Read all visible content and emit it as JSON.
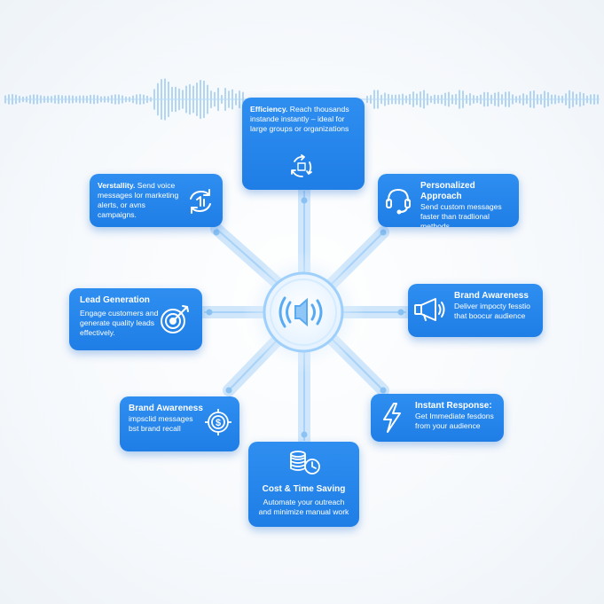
{
  "hub": {
    "icon": "speaker-sound-icon"
  },
  "nodes": [
    {
      "id": "efficiency",
      "title": "Efficiency.",
      "desc": "Reach thousands instande instantly – ideal for large groups or organizations",
      "icon": "recycle-arrows-icon"
    },
    {
      "id": "personalized",
      "title": "Personalized Approach",
      "desc": "Send custom messages faster than tradlional methods",
      "icon": "headset-icon"
    },
    {
      "id": "brand-right",
      "title": "Brand Awareness",
      "desc": "Deliver impocty fesstio that boocur audience",
      "icon": "megaphone-icon"
    },
    {
      "id": "instant",
      "title": "Instant Response:",
      "desc": "Get Immediate fesdons from your audience",
      "icon": "lightning-icon"
    },
    {
      "id": "cost",
      "title": "Cost & Time Saving",
      "desc": "Automate your outreach and minimize manual work",
      "icon": "coins-clock-icon"
    },
    {
      "id": "brand-left",
      "title": "Brand Awareness",
      "desc": "impsclid messages bst brand recall",
      "icon": "dollar-target-icon"
    },
    {
      "id": "lead",
      "title": "Lead Generation",
      "desc": "Engage customers and generate quality leads effectively.",
      "icon": "target-arrow-icon"
    },
    {
      "id": "versatility",
      "title": "Verstallity.",
      "desc": "Send voice messages lor marketing alerts, or avns campaigns.",
      "icon": "refresh-arrows-icon"
    }
  ]
}
